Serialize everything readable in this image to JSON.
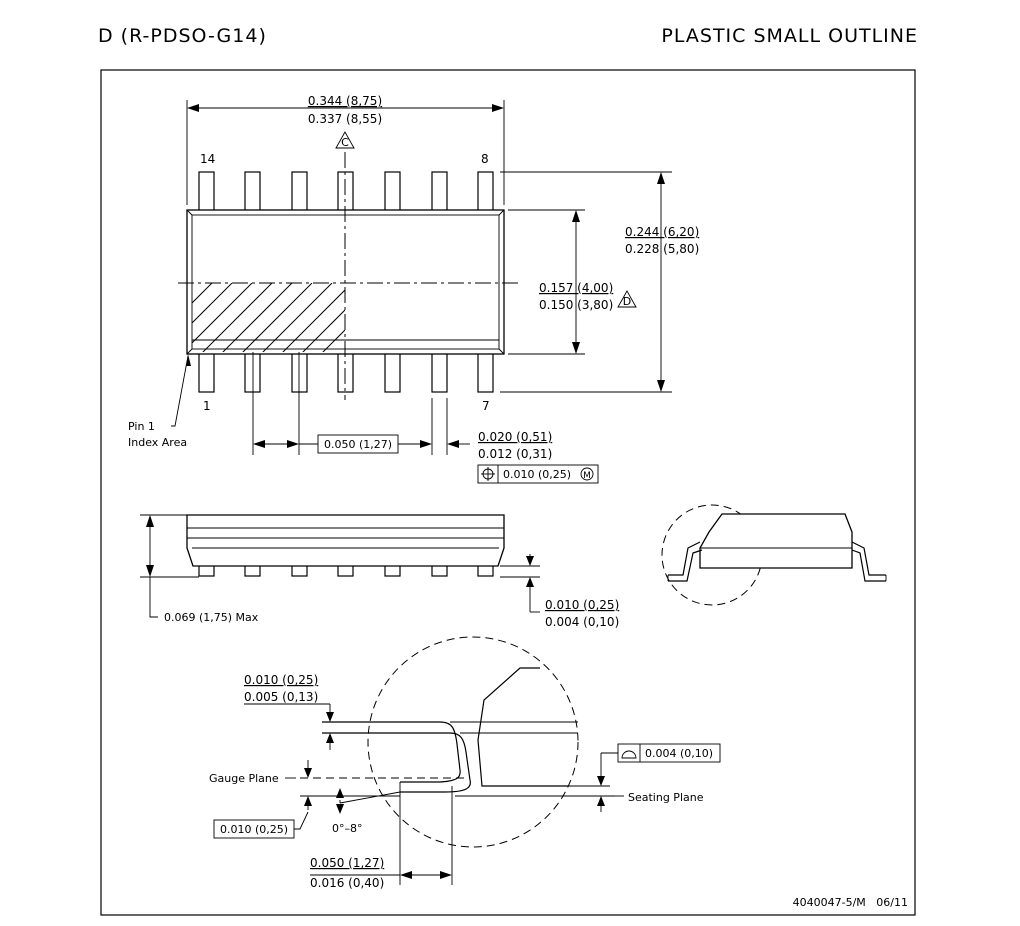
{
  "header": {
    "package_code": "D (R-PDSO-G14)",
    "package_type": "PLASTIC SMALL OUTLINE"
  },
  "top_view": {
    "body_length_max": "0.344 (8,75)",
    "body_length_min": "0.337 (8,55)",
    "note_c": "C",
    "pin_14": "14",
    "pin_8": "8",
    "pin_1": "1",
    "pin_7": "7",
    "overall_width_max": "0.244 (6,20)",
    "overall_width_min": "0.228 (5,80)",
    "body_width_max": "0.157 (4,00)",
    "body_width_min": "0.150 (3,80)",
    "note_d": "D",
    "pin1_label_line1": "Pin 1",
    "pin1_label_line2": "Index Area",
    "pitch": "0.050 (1,27)",
    "lead_width_max": "0.020 (0,51)",
    "lead_width_min": "0.012 (0,31)",
    "position_tol": "0.010 (0,25)",
    "mmc_symbol": "M"
  },
  "side_view": {
    "height_max": "0.069 (1,75) Max",
    "standoff_max": "0.010 (0,25)",
    "standoff_min": "0.004 (0,10)"
  },
  "detail": {
    "lead_thickness_max": "0.010 (0,25)",
    "lead_thickness_min": "0.005 (0,13)",
    "gauge_plane": "Gauge Plane",
    "gauge_dim": "0.010 (0,25)",
    "angle": "0°–8°",
    "coplanarity": "0.004 (0,10)",
    "seating_plane": "Seating Plane",
    "foot_length_max": "0.050 (1,27)",
    "foot_length_min": "0.016 (0,40)"
  },
  "footer": {
    "drawing_number": "4040047-5/M   06/11"
  }
}
